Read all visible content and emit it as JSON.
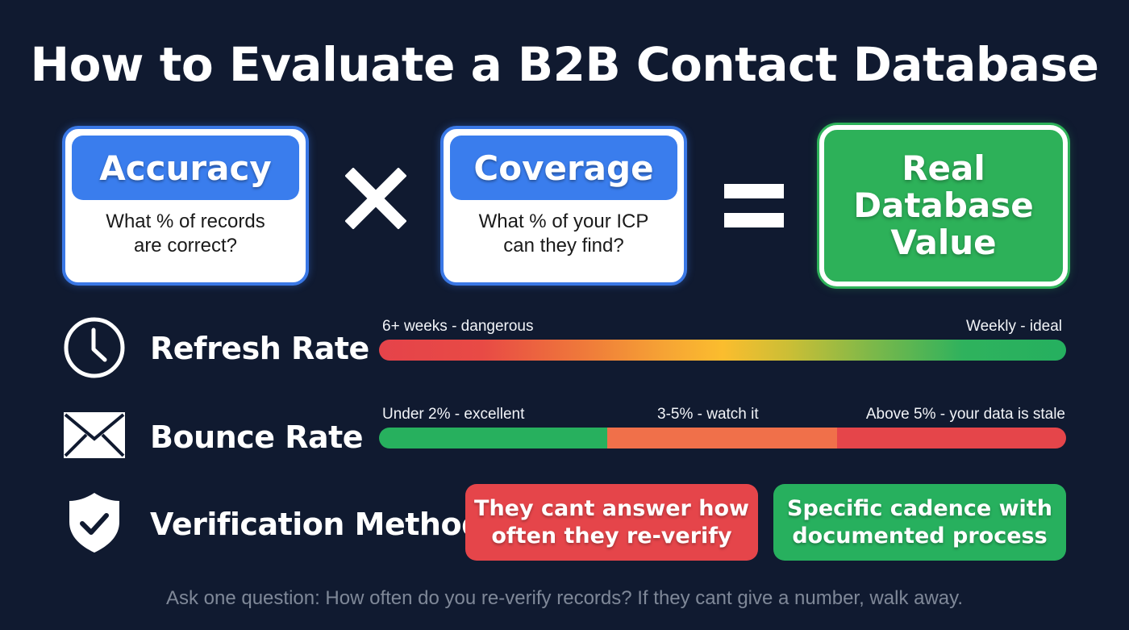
{
  "title": "How to Evaluate a B2B Contact Database",
  "formula": {
    "left": {
      "heading": "Accuracy",
      "question": "What % of records\nare correct?"
    },
    "operator1": "×",
    "right": {
      "heading": "Coverage",
      "question": "What % of your ICP\ncan they find?"
    },
    "operator2": "=",
    "result": "Real\nDatabase\nValue"
  },
  "criteria": {
    "refresh": {
      "icon": "clock-icon",
      "label": "Refresh Rate",
      "left_label": "6+ weeks - dangerous",
      "right_label": "Weekly - ideal"
    },
    "bounce": {
      "icon": "envelope-icon",
      "label": "Bounce Rate",
      "segments": [
        {
          "label": "Under 2% - excellent",
          "color": "#27b05e"
        },
        {
          "label": "3-5% - watch it",
          "color": "#f0704a"
        },
        {
          "label": "Above 5% - your data is stale",
          "color": "#e5454a"
        }
      ]
    },
    "verification": {
      "icon": "shield-check-icon",
      "label": "Verification Method",
      "bad": "They cant answer how\noften they re-verify",
      "good": "Specific cadence with\ndocumented process"
    }
  },
  "colors": {
    "background": "#101a30",
    "blue": "#3a7ded",
    "green": "#2db159",
    "red": "#e5454a",
    "orange": "#f0704a"
  },
  "footer": "Ask one question: How often do you re-verify records? If they cant give a number, walk away."
}
